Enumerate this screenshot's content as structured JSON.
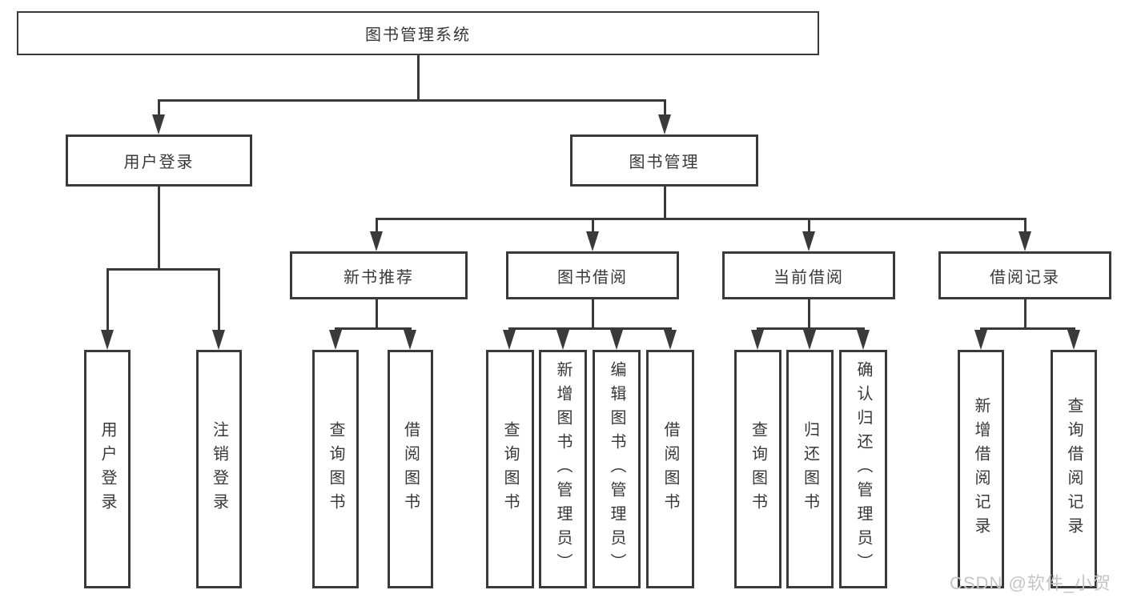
{
  "diagram": {
    "root": {
      "label": "图书管理系统"
    },
    "branches": [
      {
        "label": "用户登录",
        "children": [
          {
            "label": "用户登录"
          },
          {
            "label": "注销登录"
          }
        ]
      },
      {
        "label": "图书管理",
        "children": [
          {
            "label": "新书推荐",
            "children": [
              {
                "label": "查询图书"
              },
              {
                "label": "借阅图书"
              }
            ]
          },
          {
            "label": "图书借阅",
            "children": [
              {
                "label": "查询图书"
              },
              {
                "label": "新增图书（管理员）"
              },
              {
                "label": "编辑图书（管理员）"
              },
              {
                "label": "借阅图书"
              }
            ]
          },
          {
            "label": "当前借阅",
            "children": [
              {
                "label": "查询图书"
              },
              {
                "label": "归还图书"
              },
              {
                "label": "确认归还（管理员）"
              }
            ]
          },
          {
            "label": "借阅记录",
            "children": [
              {
                "label": "新增借阅记录"
              },
              {
                "label": "查询借阅记录"
              }
            ]
          }
        ]
      }
    ]
  },
  "watermark": {
    "text": "CSDN @软件_小贺同学",
    "color": "#c5c5c5"
  },
  "colors": {
    "line": "#3a3a3a",
    "box_border": "#3a3a3a",
    "box_background": "#ffffff",
    "text": "#383838",
    "page_background": "#ffffff"
  }
}
